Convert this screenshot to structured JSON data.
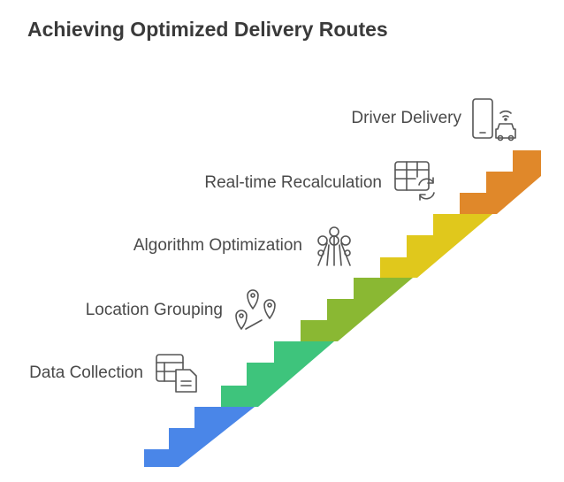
{
  "title": "Achieving Optimized Delivery Routes",
  "steps": [
    {
      "label": "Data Collection",
      "icon": "table-document-icon",
      "color": "#4a86e8"
    },
    {
      "label": "Location Grouping",
      "icon": "location-pins-icon",
      "color": "#3ec47c"
    },
    {
      "label": "Algorithm Optimization",
      "icon": "network-nodes-icon",
      "color": "#8ab833"
    },
    {
      "label": "Real-time Recalculation",
      "icon": "table-refresh-icon",
      "color": "#e0c81c"
    },
    {
      "label": "Driver Delivery",
      "icon": "phone-car-icon",
      "color": "#e0882a"
    }
  ]
}
